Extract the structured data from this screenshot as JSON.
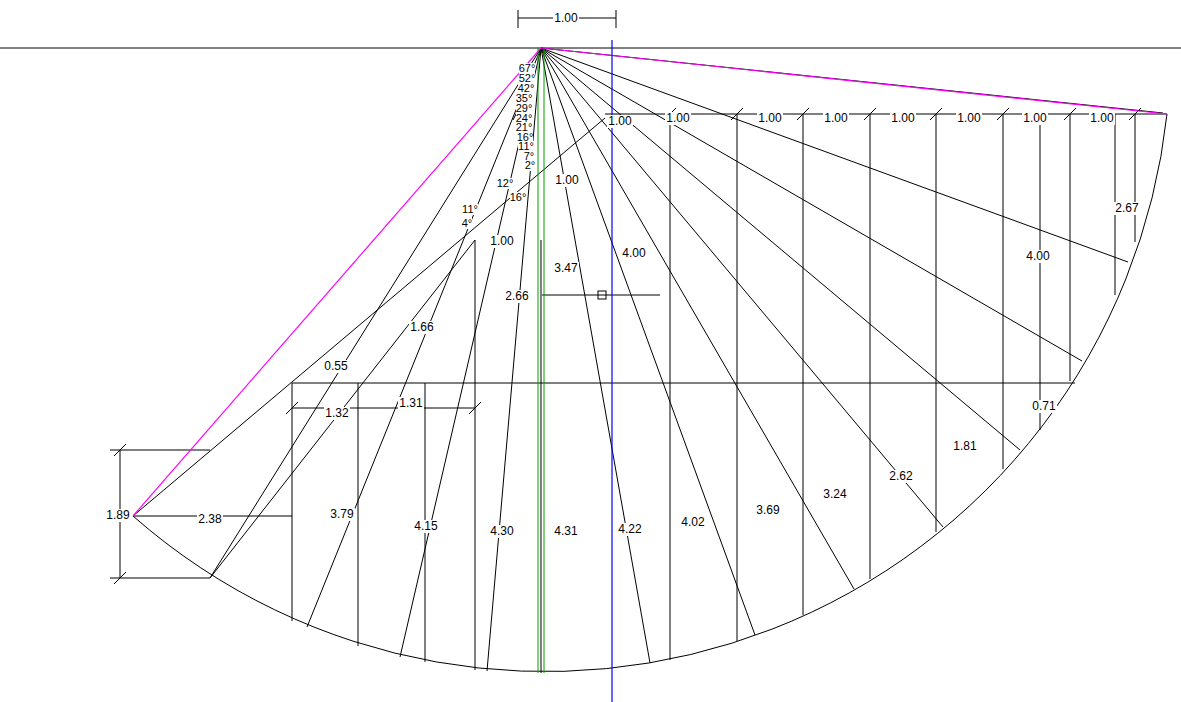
{
  "diagram": {
    "labels": [
      "1.00",
      "67°",
      "52°",
      "42°",
      "35°",
      "29°",
      "24°",
      "21°",
      "16°",
      "11°",
      "7°",
      "2°",
      "12°",
      "16°",
      "11°",
      "4°",
      "1.00",
      "1.00",
      "1.00",
      "1.00",
      "1.00",
      "1.00",
      "1.00",
      "1.00",
      "1.00",
      "1.00",
      "4.00",
      "3.47",
      "2.66",
      "4.00",
      "2.67",
      "1.66",
      "0.55",
      "0.71",
      "1.32",
      "1.31",
      "1.89",
      "2.38",
      "3.79",
      "4.15",
      "4.30",
      "4.31",
      "4.22",
      "4.02",
      "3.69",
      "3.24",
      "2.62",
      "1.81"
    ]
  }
}
